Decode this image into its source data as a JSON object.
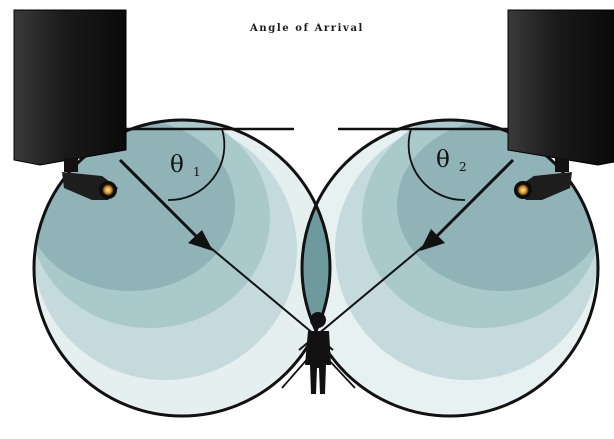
{
  "title": "Angle of Arrival",
  "angles": [
    {
      "symbol": "θ",
      "subscript": "1"
    },
    {
      "symbol": "θ",
      "subscript": "2"
    }
  ],
  "colors": {
    "background": "#ffffff",
    "zone_outer": "#e6eff0",
    "zone_mid": "#a9c9cb",
    "zone_inner": "#7fa7ab",
    "zone_core": "#6e9a9e",
    "outline": "#111111",
    "antenna_body": "#1c1c1c",
    "lens_glow": "#f0c060"
  },
  "icons": [
    "antenna-panel-icon",
    "person-icon",
    "arrow-icon"
  ]
}
